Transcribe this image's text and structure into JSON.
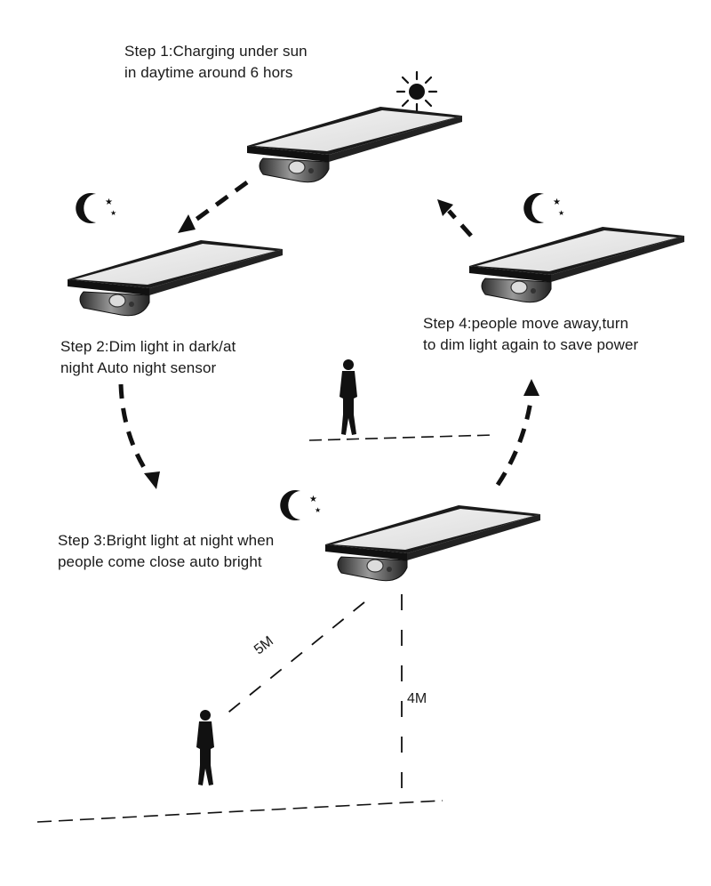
{
  "steps": [
    {
      "id": "step1",
      "lines": [
        "Step 1:Charging under sun",
        "in daytime around 6 hors"
      ]
    },
    {
      "id": "step2",
      "lines": [
        "Step 2:Dim light in dark/at",
        "night Auto night sensor"
      ]
    },
    {
      "id": "step3",
      "lines": [
        "Step 3:Bright light at night when",
        "people come close auto bright"
      ]
    },
    {
      "id": "step4",
      "lines": [
        "Step 4:people move away,turn",
        "to dim light again to save power"
      ]
    }
  ],
  "dimensions": {
    "diagonal": "5M",
    "height": "4M"
  },
  "icons": {
    "sun": "sun-icon",
    "moon": "crescent-moon-stars-icon",
    "lamp": "solar-wall-lamp-icon",
    "person": "walking-person-icon"
  }
}
